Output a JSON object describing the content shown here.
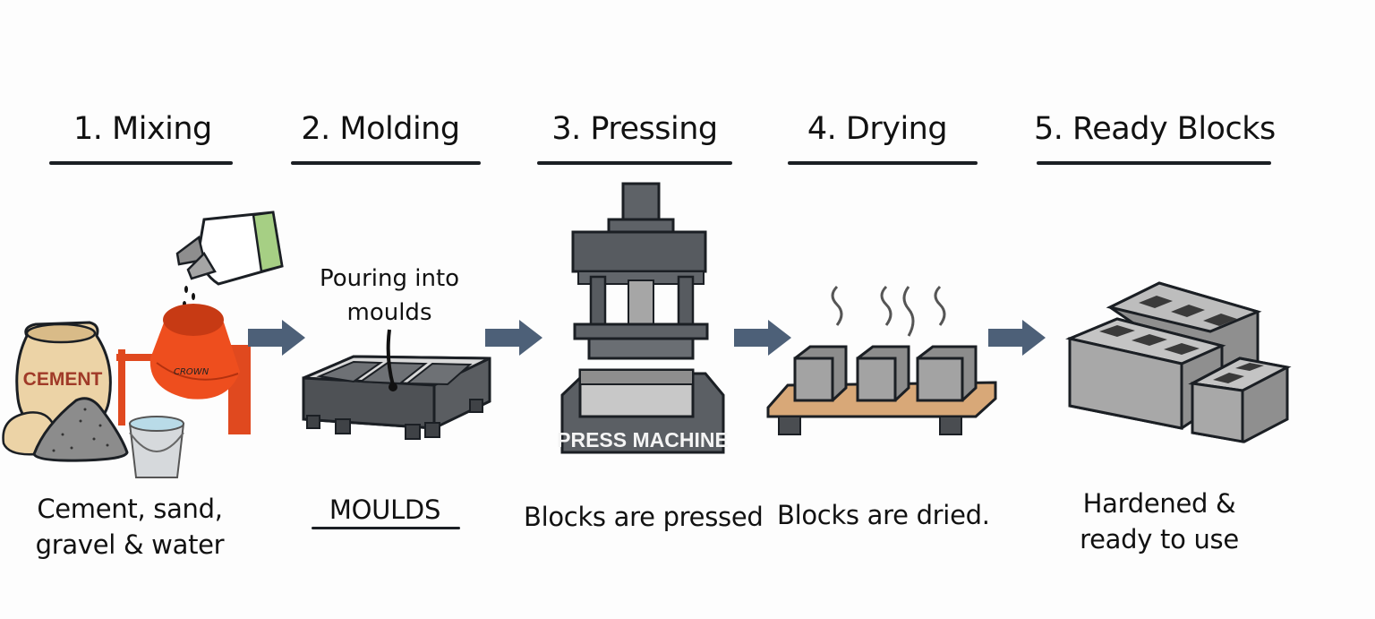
{
  "diagram": {
    "type": "process-flow",
    "colors": {
      "arrow": "#4d6078",
      "concrete": "#9a9a9a",
      "steel_dark": "#555a60",
      "mixer_orange": "#e8461c",
      "cement_bag": "#ecd3a6",
      "cement_text": "#a03a28",
      "pallet_wood": "#d8a878",
      "bag_green": "#a6cf84",
      "outline": "#1b1f24"
    },
    "steps": [
      {
        "title": "1. Mixing",
        "caption_lines": [
          "Cement, sand,",
          "gravel & water"
        ],
        "illustration": {
          "bag_label": "CEMENT",
          "mixer_brand": "CROWN",
          "icons": [
            "cement-bag-icon",
            "sand-pile-icon",
            "gravel-pile-icon",
            "concrete-mixer-icon",
            "water-bucket-icon",
            "pouring-bag-icon"
          ]
        }
      },
      {
        "title": "2. Molding",
        "caption_lines": [
          "MOULDS"
        ],
        "illustration": {
          "note_lines": [
            "Pouring into",
            "moulds"
          ],
          "icons": [
            "mould-tray-icon",
            "pointer-arrow-icon"
          ]
        }
      },
      {
        "title": "3. Pressing",
        "caption_lines": [
          "Blocks are pressed"
        ],
        "illustration": {
          "machine_label": "PRESS MACHINE",
          "icons": [
            "press-machine-icon"
          ]
        }
      },
      {
        "title": "4. Drying",
        "caption_lines": [
          "Blocks are dried."
        ],
        "illustration": {
          "icons": [
            "steam-icon",
            "concrete-block-icon",
            "wooden-pallet-icon"
          ]
        }
      },
      {
        "title": "5. Ready Blocks",
        "caption_lines": [
          "Hardened &",
          "ready to use"
        ],
        "illustration": {
          "icons": [
            "hollow-block-stack-icon"
          ]
        }
      }
    ],
    "connectors": [
      "right-arrow",
      "right-arrow",
      "right-arrow",
      "right-arrow"
    ]
  }
}
